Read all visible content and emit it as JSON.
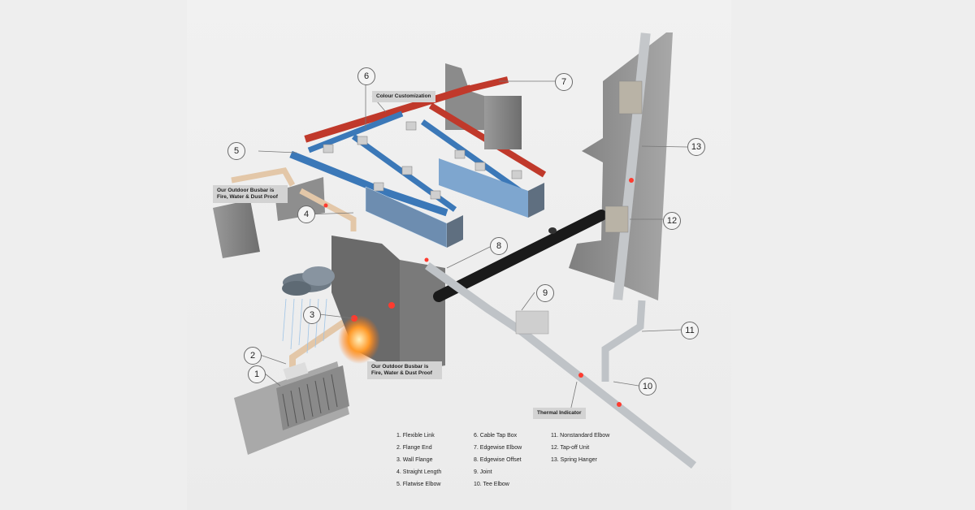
{
  "callouts": [
    "1",
    "2",
    "3",
    "4",
    "5",
    "6",
    "7",
    "8",
    "9",
    "10",
    "11",
    "12",
    "13"
  ],
  "labels": {
    "colour_customization": "Colour Customization",
    "outdoor_busbar_top": "Our Outdoor Busbar is Fire, Water & Dust Proof",
    "outdoor_busbar_bottom": "Our Outdoor Busbar is Fire, Water & Dust Proof",
    "thermal_indicator": "Thermal Indicator"
  },
  "legend": [
    "1.   Flexible Link",
    "2.   Flange End",
    "3.   Wall Flange",
    "4.   Straight Length",
    "5.   Flatwise Elbow",
    "6.   Cable Tap Box",
    "7.   Edgewise Elbow",
    "8.   Edgewise Offset",
    "9.   Joint",
    "10.  Tee Elbow",
    "11.   Nonstandard Elbow",
    "12.   Tap-off Unit",
    "13.   Spring Hanger"
  ],
  "colors": {
    "red_busbar": "#c0392b",
    "blue_busbar": "#3b78b8",
    "tan_busbar": "#e3c7a8",
    "silver_busbar": "#bfc3c7",
    "black_pipe": "#1a1a1a",
    "cabinet_blue": "#8fb8dd",
    "wall_gray": "#9e9e9e"
  }
}
